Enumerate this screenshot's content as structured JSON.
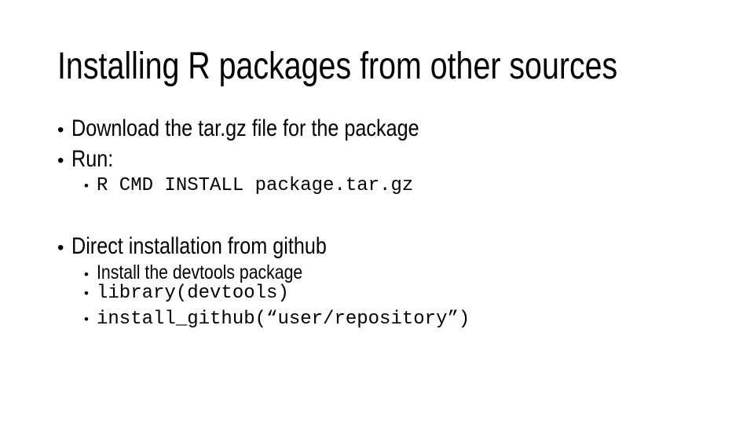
{
  "slide": {
    "title": "Installing R packages from other sources",
    "bullet_char": "•",
    "bullets": [
      {
        "level": 1,
        "style": "sans",
        "text": "Download the tar.gz file for the package"
      },
      {
        "level": 1,
        "style": "sans",
        "text": "Run:"
      },
      {
        "level": 2,
        "style": "mono",
        "text": "R CMD INSTALL package.tar.gz"
      },
      {
        "level": 1,
        "style": "sans",
        "text": "Direct installation from github"
      },
      {
        "level": 2,
        "style": "sans",
        "text": "Install the devtools package"
      },
      {
        "level": 2,
        "style": "mono",
        "text": "library(devtools)"
      },
      {
        "level": 2,
        "style": "mono",
        "text": "install_github(“user/repository”)"
      }
    ],
    "colors": {
      "background": "#ffffff",
      "text": "#000000"
    }
  }
}
